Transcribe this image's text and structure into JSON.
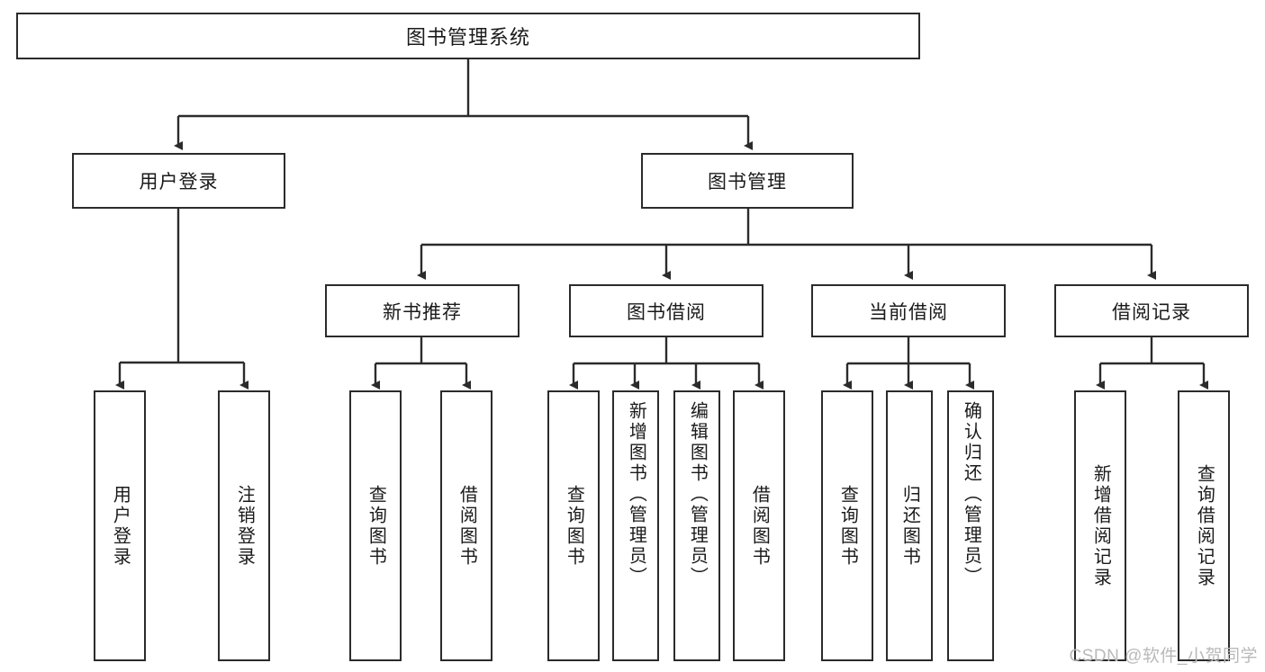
{
  "diagram": {
    "title": "图书管理系统",
    "type": "tree-hierarchy",
    "levels": 4,
    "colors": {
      "box_border": "#2b2b2b",
      "box_fill": "#ffffff",
      "edge": "#2b2b2b",
      "text": "#1a1a1a",
      "watermark": "#b9b9b9"
    }
  },
  "root": {
    "label": "图书管理系统"
  },
  "level2": [
    {
      "label": "用户登录"
    },
    {
      "label": "图书管理"
    }
  ],
  "level3": [
    {
      "label": "新书推荐"
    },
    {
      "label": "图书借阅"
    },
    {
      "label": "当前借阅"
    },
    {
      "label": "借阅记录"
    }
  ],
  "leaves": {
    "user_login": [
      {
        "label": "用户登录"
      },
      {
        "label": "注销登录"
      }
    ],
    "new_book_recommend": [
      {
        "label": "查询图书"
      },
      {
        "label": "借阅图书"
      }
    ],
    "book_borrow": [
      {
        "label": "查询图书"
      },
      {
        "label": "新增图书（管理员）"
      },
      {
        "label": "编辑图书（管理员）"
      },
      {
        "label": "借阅图书"
      }
    ],
    "current_borrow": [
      {
        "label": "查询图书"
      },
      {
        "label": "归还图书"
      },
      {
        "label": "确认归还（管理员）"
      }
    ],
    "borrow_records": [
      {
        "label": "新增借阅记录"
      },
      {
        "label": "查询借阅记录"
      }
    ]
  },
  "watermark": {
    "text": "CSDN @软件_小贺同学"
  }
}
